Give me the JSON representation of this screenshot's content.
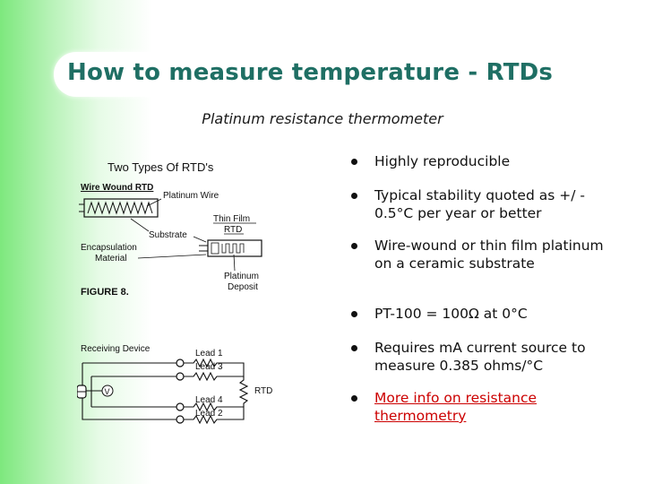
{
  "slide": {
    "title": "How to measure temperature - RTDs",
    "subtitle": "Platinum resistance thermometer"
  },
  "bullets": [
    {
      "text": "Highly reproducible"
    },
    {
      "text": "Typical stability quoted as +/ - 0.5°C per year or better"
    },
    {
      "text": "Wire-wound or thin film platinum on a ceramic substrate"
    },
    {
      "text": "PT-100 = 100Ω at 0°C"
    },
    {
      "text": "Requires mA current source to measure 0.385 ohms/°C"
    },
    {
      "text": "More info on resistance thermometry",
      "link": true
    }
  ],
  "figure": {
    "heading": "Two Types Of RTD's",
    "wire_wound": "Wire Wound RTD",
    "platinum_wire": "Platinum Wire",
    "thin_film": "Thin Film",
    "rtd": "RTD",
    "substrate": "Substrate",
    "encapsulation": "Encapsulation",
    "material": "Material",
    "platinum": "Platinum",
    "deposit": "Deposit",
    "figure_label": "FIGURE 8.",
    "receiving_device": "Receiving Device",
    "lead1": "Lead 1",
    "lead3": "Lead 3",
    "lead4": "Lead 4",
    "lead2": "Lead 2",
    "rtd_label": "RTD",
    "v_symbol": "V"
  },
  "colors": {
    "title": "#1f6f64",
    "link": "#cc0000",
    "gradient_left": "#7de87d"
  }
}
